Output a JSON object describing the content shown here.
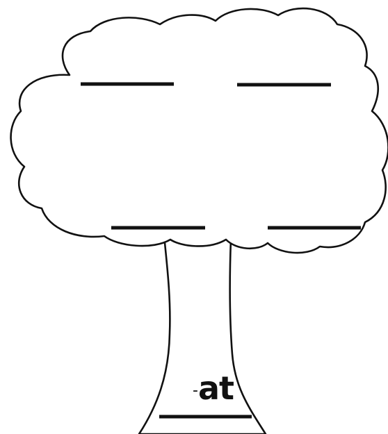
{
  "worksheet": {
    "word_family": {
      "dash": "-",
      "ending": "at"
    },
    "blank_count": 5,
    "colors": {
      "ink": "#111111",
      "paper": "#ffffff"
    },
    "icon": "tree-outline"
  }
}
